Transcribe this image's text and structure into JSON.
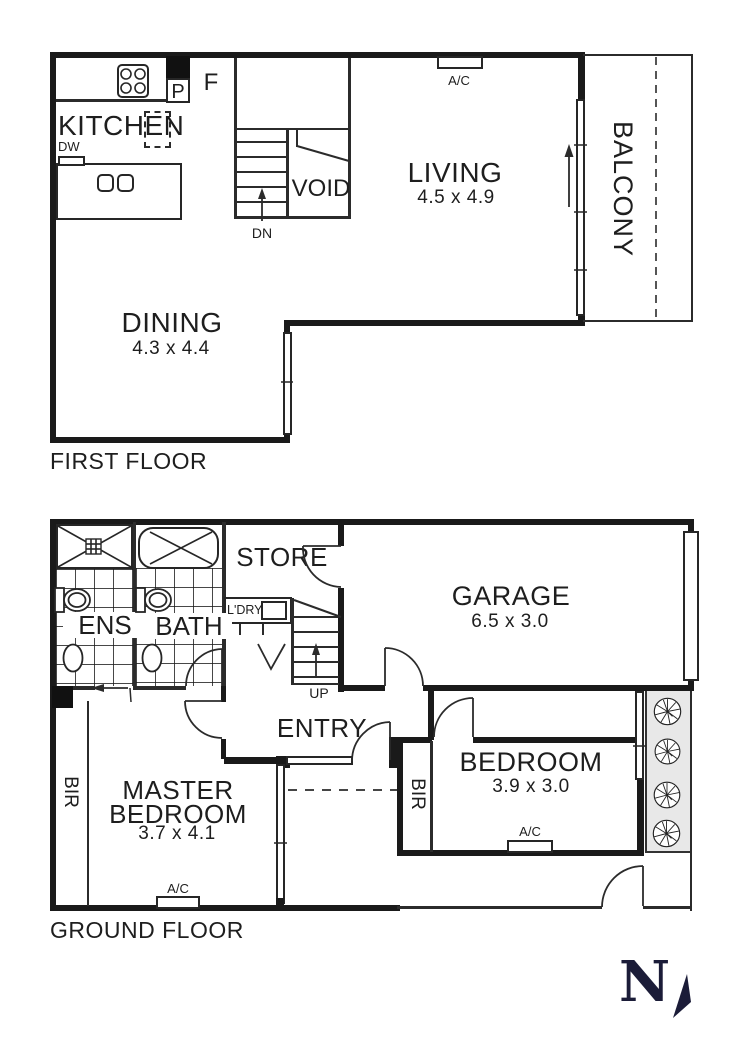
{
  "first_floor": {
    "title": "FIRST FLOOR",
    "rooms": {
      "kitchen": {
        "name": "KITCHEN"
      },
      "dining": {
        "name": "DINING",
        "dims": "4.3 x 4.4"
      },
      "living": {
        "name": "LIVING",
        "dims": "4.5 x 4.9"
      },
      "void": {
        "name": "VOID"
      },
      "balcony": {
        "name": "BALCONY"
      }
    },
    "labels": {
      "dishwasher": "DW",
      "pantry": "P",
      "fridge": "F",
      "stairs_down": "DN",
      "ac": "A/C"
    }
  },
  "ground_floor": {
    "title": "GROUND FLOOR",
    "rooms": {
      "ens": {
        "name": "ENS"
      },
      "bath": {
        "name": "BATH"
      },
      "store": {
        "name": "STORE"
      },
      "garage": {
        "name": "GARAGE",
        "dims": "6.5 x 3.0"
      },
      "entry": {
        "name": "ENTRY"
      },
      "master": {
        "name": "MASTER",
        "name2": "BEDROOM",
        "dims": "3.7 x 4.1"
      },
      "bedroom": {
        "name": "BEDROOM",
        "dims": "3.9 x 3.0"
      }
    },
    "labels": {
      "laundry": "L'DRY",
      "stairs_up": "UP",
      "bir_master": "BIR",
      "bir_bedroom": "BIR",
      "ac_master": "A/C",
      "ac_bedroom": "A/C"
    }
  },
  "compass": {
    "north": "N"
  },
  "colors": {
    "wall": "#1a1a1a",
    "line": "#2b2b2b",
    "north_navy": "#1b1c38",
    "garden_strip": "#e8e8e8"
  }
}
